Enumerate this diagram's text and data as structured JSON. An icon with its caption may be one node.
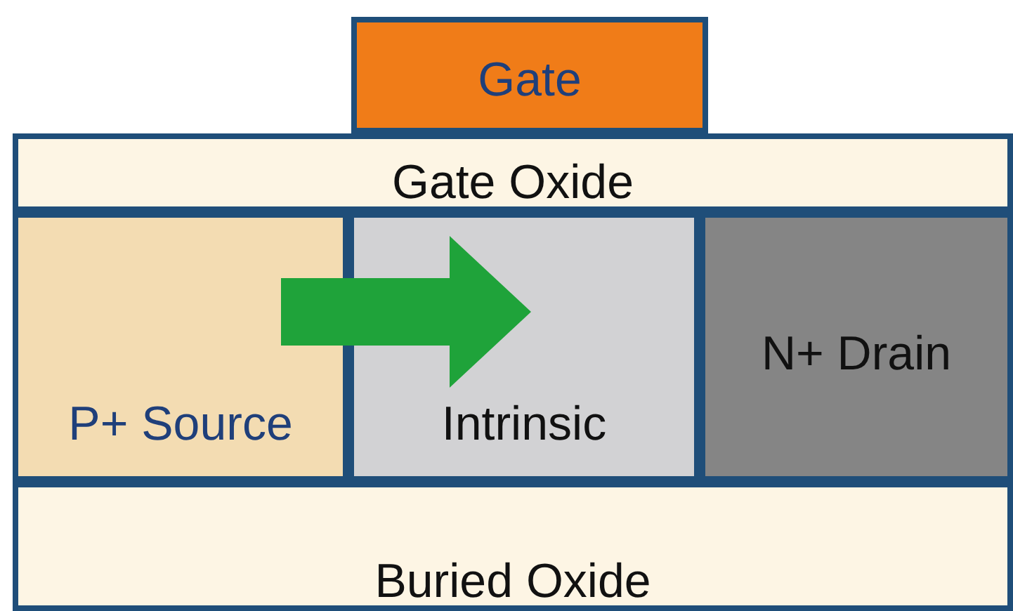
{
  "diagram": {
    "nodes": [
      {
        "text": [
          "Gate"
        ]
      },
      {
        "text": [
          "Gate Oxide"
        ]
      },
      {
        "text": [
          "P+ Source"
        ]
      },
      {
        "text": [
          "Intrinsic"
        ]
      },
      {
        "text": [
          "N+ Drain"
        ]
      },
      {
        "text": [
          "Buried Oxide"
        ]
      }
    ],
    "edges": [
      {
        "from": 2,
        "to": 3,
        "arrow": "to"
      }
    ]
  }
}
